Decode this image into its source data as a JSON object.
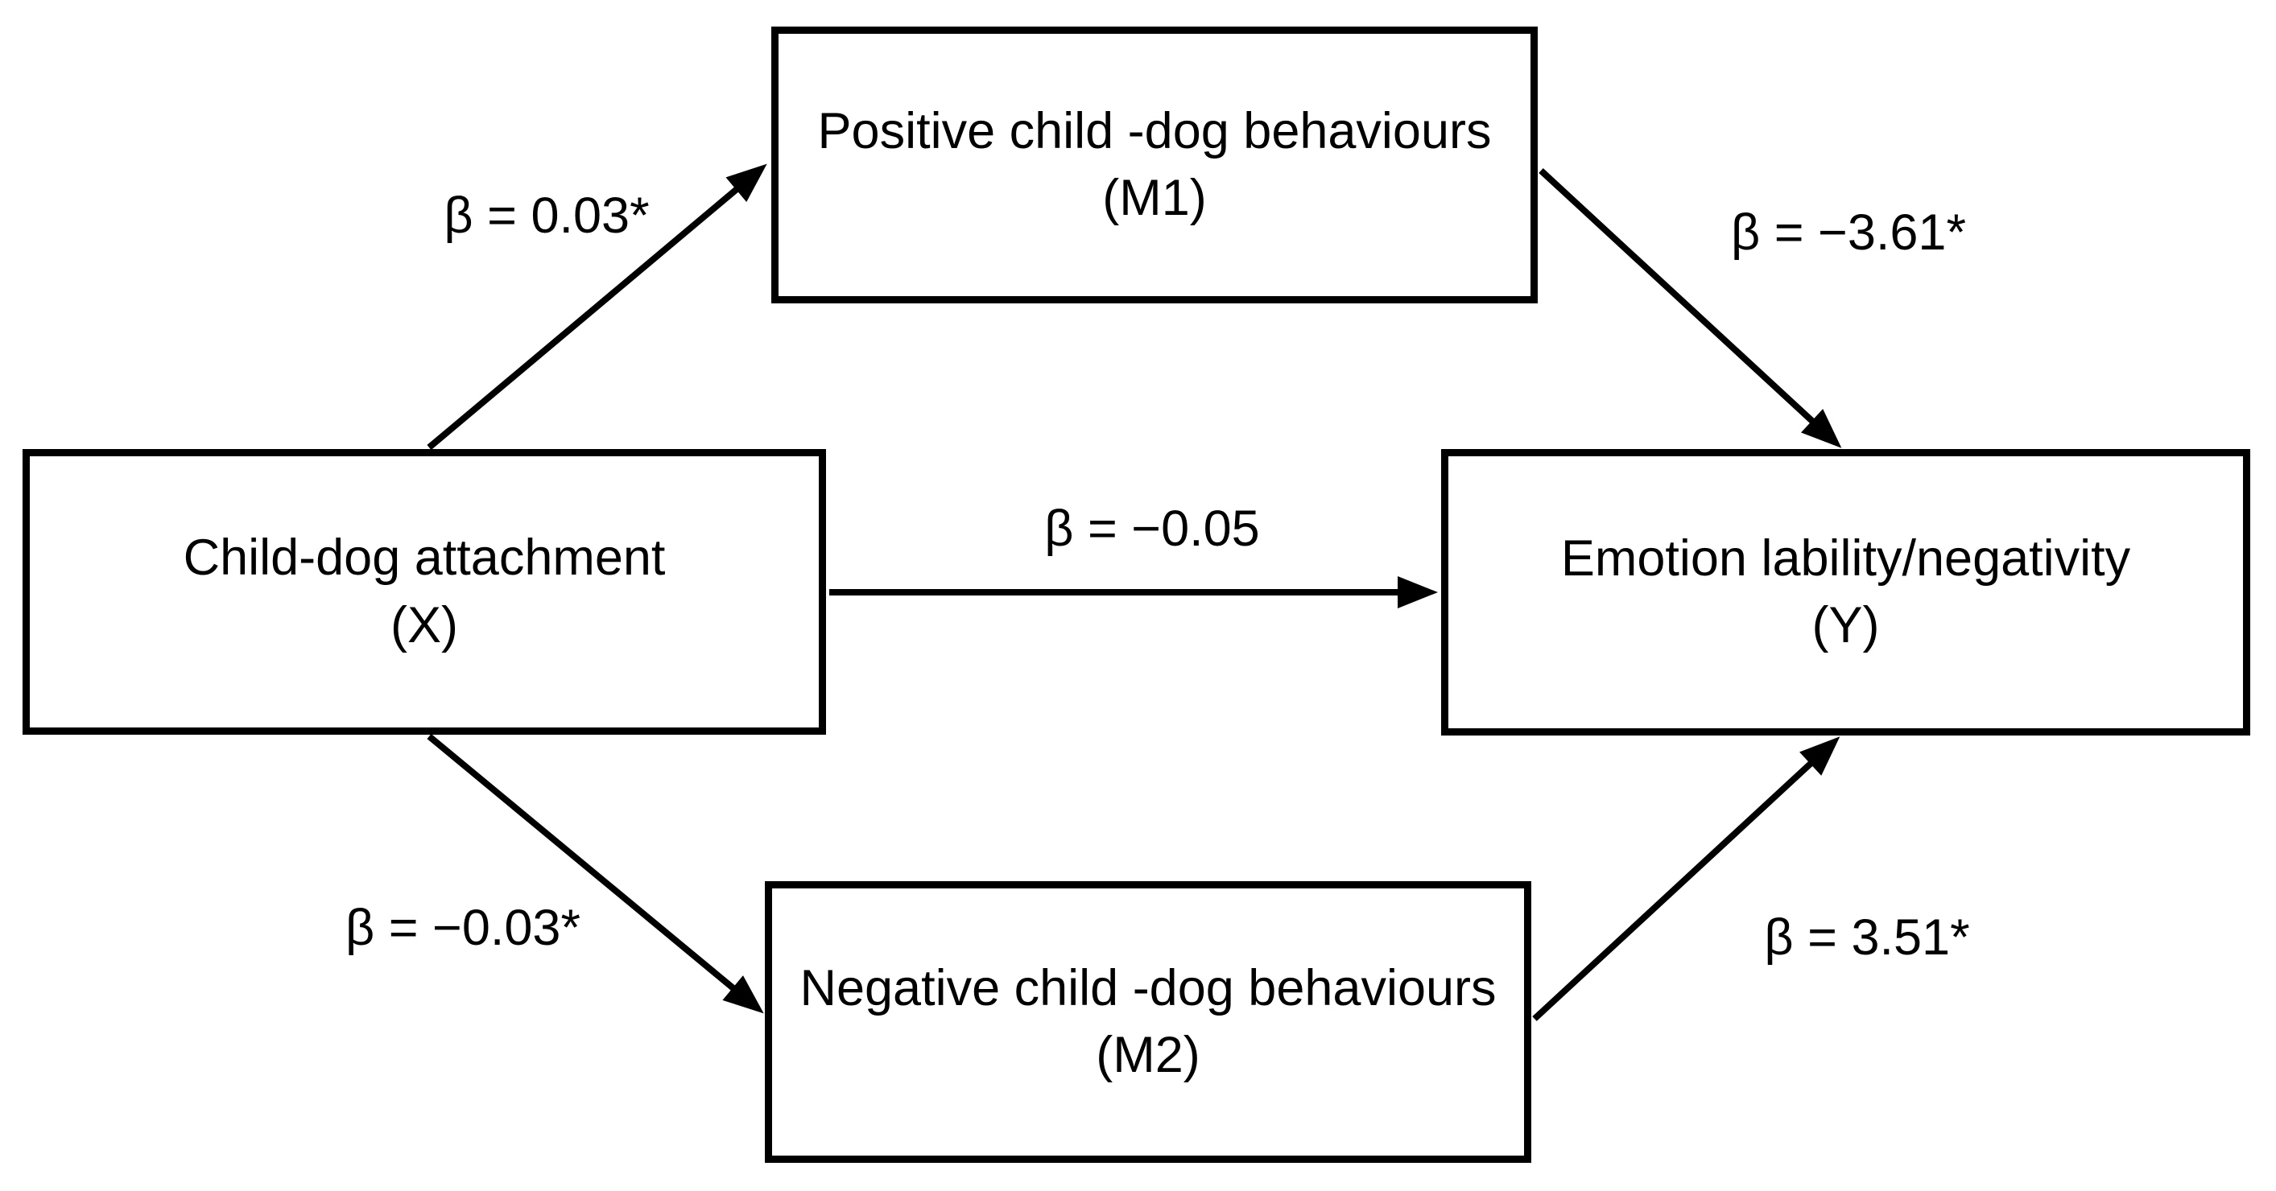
{
  "diagram": {
    "type": "mediation-path-model",
    "background_color": "#ffffff",
    "line_color": "#000000",
    "nodes": {
      "m1": {
        "title": "Positive child -dog behaviours",
        "code": "(M1)",
        "role": "mediator"
      },
      "x": {
        "title": "Child-dog attachment",
        "code": "(X)",
        "role": "predictor"
      },
      "y": {
        "title": "Emotion lability/negativity",
        "code": "(Y)",
        "role": "outcome"
      },
      "m2": {
        "title": "Negative child -dog behaviours",
        "code": "(M2)",
        "role": "mediator"
      }
    },
    "paths": {
      "x_m1": {
        "from": "X",
        "to": "M1",
        "label": "β = 0.03*"
      },
      "m1_y": {
        "from": "M1",
        "to": "Y",
        "label": "β = −3.61*"
      },
      "x_y": {
        "from": "X",
        "to": "Y",
        "label": "β = −0.05"
      },
      "x_m2": {
        "from": "X",
        "to": "M2",
        "label": "β = −0.03*"
      },
      "m2_y": {
        "from": "M2",
        "to": "Y",
        "label": "β = 3.51*"
      }
    }
  }
}
